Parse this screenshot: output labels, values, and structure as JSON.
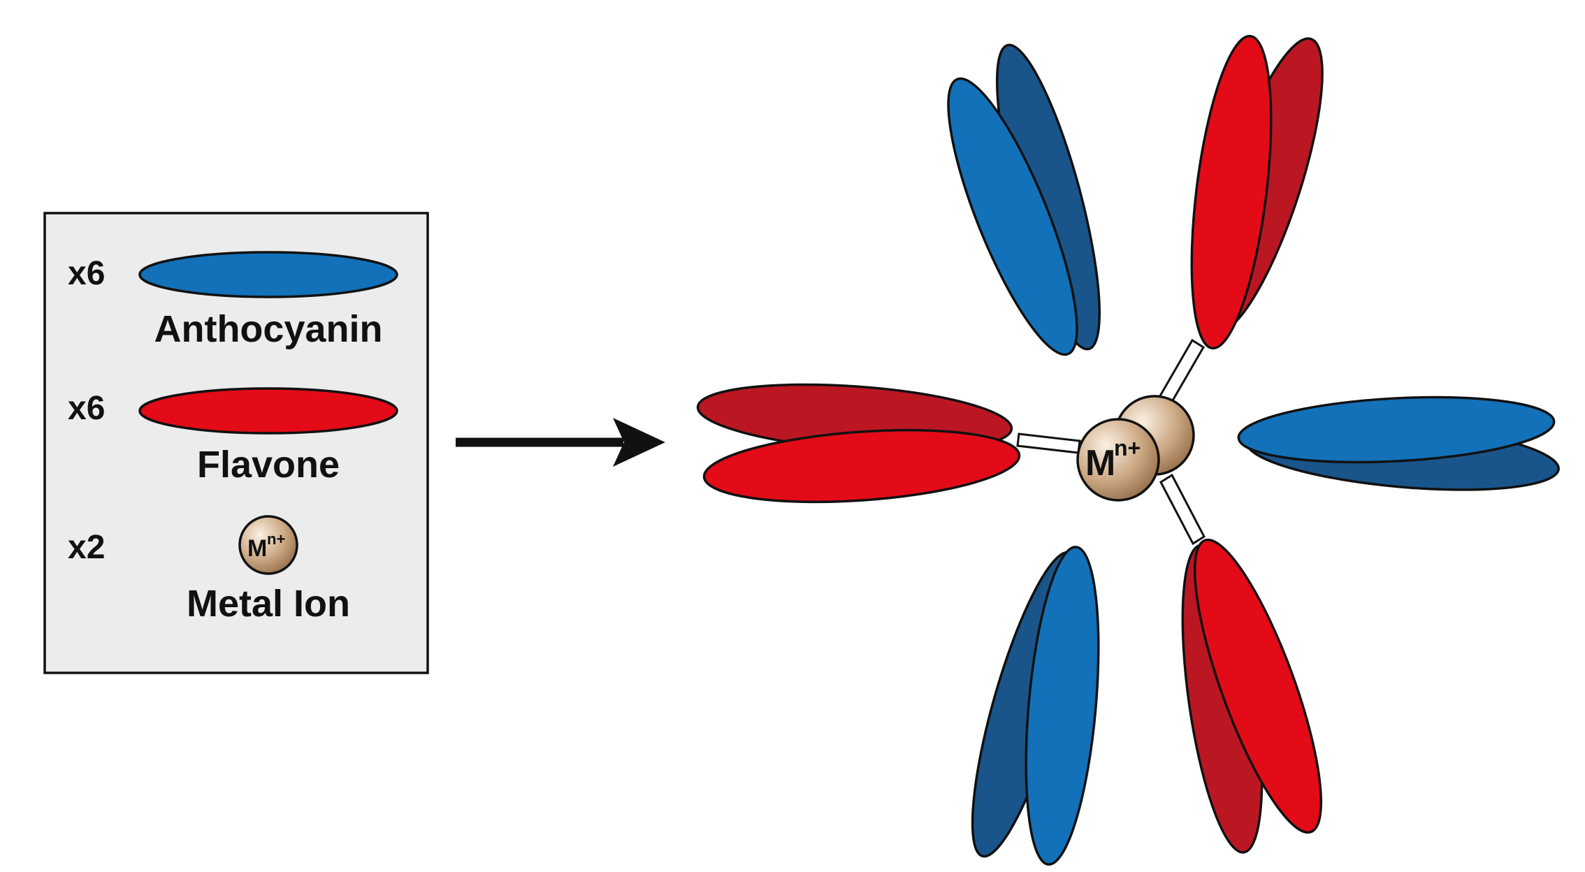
{
  "legend": {
    "items": [
      {
        "count": "x6",
        "name": "Anthocyanin",
        "color": "#1271b9",
        "shape": "ellipse"
      },
      {
        "count": "x6",
        "name": "Flavone",
        "color": "#e30b18",
        "shape": "ellipse"
      },
      {
        "count": "x2",
        "name": "Metal Ion",
        "color": "#a27a54",
        "shape": "sphere"
      }
    ],
    "metal_symbol": "M",
    "metal_charge": "n+"
  },
  "complex": {
    "metal_symbol": "M",
    "metal_charge": "n+"
  },
  "colors": {
    "anthocyanin_front": "#1271b9",
    "anthocyanin_back": "#19558b",
    "flavone_front": "#e30b18",
    "flavone_back": "#bb1723",
    "metal_highlight": "#faf0e3",
    "metal_shadow": "#8e6843",
    "legend_bg": "#ececec",
    "outline": "#111111"
  }
}
